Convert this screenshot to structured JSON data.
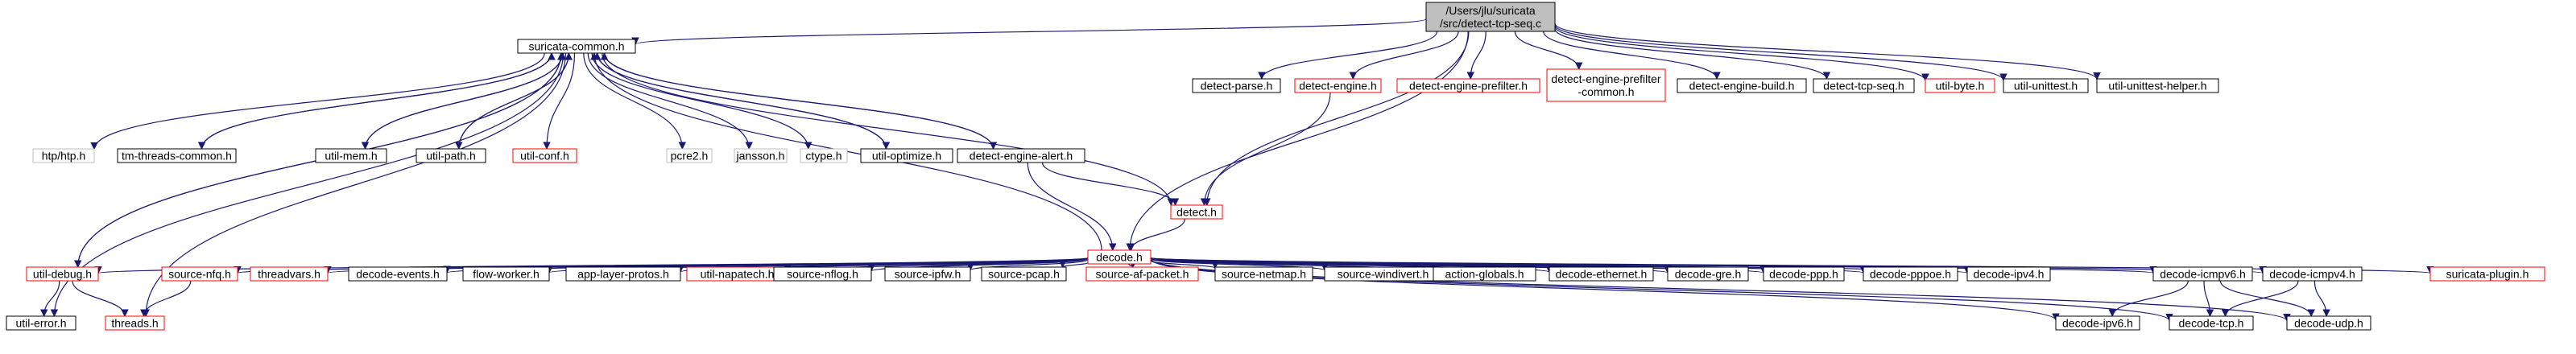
{
  "graph": {
    "colors": {
      "edge": "#191970",
      "normal_border": "#000000",
      "red_border": "#ff0000",
      "gray_border": "#bfbfbf",
      "root_fill": "#bfbfbf",
      "text": "#000000",
      "gray_text": "#999999"
    },
    "nodes": [
      {
        "id": "root",
        "lines": [
          "/Users/jlu/suricata",
          "/src/detect-tcp-seq.c"
        ],
        "style": "root"
      },
      {
        "id": "suricata_common",
        "lines": [
          "suricata-common.h"
        ],
        "style": "normal"
      },
      {
        "id": "detect_parse",
        "lines": [
          "detect-parse.h"
        ],
        "style": "normal"
      },
      {
        "id": "detect_engine",
        "lines": [
          "detect-engine.h"
        ],
        "style": "red"
      },
      {
        "id": "detect_engine_prefilter",
        "lines": [
          "detect-engine-prefilter.h"
        ],
        "style": "red"
      },
      {
        "id": "detect_engine_prefilter_common",
        "lines": [
          "detect-engine-prefilter",
          "-common.h"
        ],
        "style": "red"
      },
      {
        "id": "detect_engine_build",
        "lines": [
          "detect-engine-build.h"
        ],
        "style": "normal"
      },
      {
        "id": "detect_tcp_seq",
        "lines": [
          "detect-tcp-seq.h"
        ],
        "style": "normal"
      },
      {
        "id": "util_byte",
        "lines": [
          "util-byte.h"
        ],
        "style": "red"
      },
      {
        "id": "util_unittest",
        "lines": [
          "util-unittest.h"
        ],
        "style": "normal"
      },
      {
        "id": "util_unittest_helper",
        "lines": [
          "util-unittest-helper.h"
        ],
        "style": "normal"
      },
      {
        "id": "htp",
        "lines": [
          "htp/htp.h"
        ],
        "style": "gray"
      },
      {
        "id": "tm_threads_common",
        "lines": [
          "tm-threads-common.h"
        ],
        "style": "normal"
      },
      {
        "id": "util_mem",
        "lines": [
          "util-mem.h"
        ],
        "style": "normal"
      },
      {
        "id": "util_path",
        "lines": [
          "util-path.h"
        ],
        "style": "normal"
      },
      {
        "id": "util_conf",
        "lines": [
          "util-conf.h"
        ],
        "style": "red"
      },
      {
        "id": "pcre2",
        "lines": [
          "pcre2.h"
        ],
        "style": "gray"
      },
      {
        "id": "jansson",
        "lines": [
          "jansson.h"
        ],
        "style": "gray"
      },
      {
        "id": "ctype",
        "lines": [
          "ctype.h"
        ],
        "style": "gray"
      },
      {
        "id": "util_optimize",
        "lines": [
          "util-optimize.h"
        ],
        "style": "normal"
      },
      {
        "id": "detect_engine_alert",
        "lines": [
          "detect-engine-alert.h"
        ],
        "style": "normal"
      },
      {
        "id": "detect",
        "lines": [
          "detect.h"
        ],
        "style": "red"
      },
      {
        "id": "decode",
        "lines": [
          "decode.h"
        ],
        "style": "red"
      },
      {
        "id": "util_debug",
        "lines": [
          "util-debug.h"
        ],
        "style": "red"
      },
      {
        "id": "source_nfq",
        "lines": [
          "source-nfq.h"
        ],
        "style": "red"
      },
      {
        "id": "threadvars",
        "lines": [
          "threadvars.h"
        ],
        "style": "red"
      },
      {
        "id": "decode_events",
        "lines": [
          "decode-events.h"
        ],
        "style": "normal"
      },
      {
        "id": "flow_worker",
        "lines": [
          "flow-worker.h"
        ],
        "style": "normal"
      },
      {
        "id": "app_layer_protos",
        "lines": [
          "app-layer-protos.h"
        ],
        "style": "normal"
      },
      {
        "id": "util_napatech",
        "lines": [
          "util-napatech.h"
        ],
        "style": "red"
      },
      {
        "id": "source_nflog",
        "lines": [
          "source-nflog.h"
        ],
        "style": "normal"
      },
      {
        "id": "source_ipfw",
        "lines": [
          "source-ipfw.h"
        ],
        "style": "normal"
      },
      {
        "id": "source_pcap",
        "lines": [
          "source-pcap.h"
        ],
        "style": "normal"
      },
      {
        "id": "source_af_packet",
        "lines": [
          "source-af-packet.h"
        ],
        "style": "red"
      },
      {
        "id": "source_netmap",
        "lines": [
          "source-netmap.h"
        ],
        "style": "normal"
      },
      {
        "id": "source_windivert",
        "lines": [
          "source-windivert.h"
        ],
        "style": "normal"
      },
      {
        "id": "action_globals",
        "lines": [
          "action-globals.h"
        ],
        "style": "normal"
      },
      {
        "id": "decode_ethernet",
        "lines": [
          "decode-ethernet.h"
        ],
        "style": "normal"
      },
      {
        "id": "decode_gre",
        "lines": [
          "decode-gre.h"
        ],
        "style": "normal"
      },
      {
        "id": "decode_ppp",
        "lines": [
          "decode-ppp.h"
        ],
        "style": "normal"
      },
      {
        "id": "decode_pppoe",
        "lines": [
          "decode-pppoe.h"
        ],
        "style": "normal"
      },
      {
        "id": "decode_ipv4",
        "lines": [
          "decode-ipv4.h"
        ],
        "style": "normal"
      },
      {
        "id": "decode_icmpv6",
        "lines": [
          "decode-icmpv6.h"
        ],
        "style": "normal"
      },
      {
        "id": "decode_icmpv4",
        "lines": [
          "decode-icmpv4.h"
        ],
        "style": "normal"
      },
      {
        "id": "suricata_plugin",
        "lines": [
          "suricata-plugin.h"
        ],
        "style": "red"
      },
      {
        "id": "util_error",
        "lines": [
          "util-error.h"
        ],
        "style": "normal"
      },
      {
        "id": "threads",
        "lines": [
          "threads.h"
        ],
        "style": "red"
      },
      {
        "id": "decode_ipv6",
        "lines": [
          "decode-ipv6.h"
        ],
        "style": "normal"
      },
      {
        "id": "decode_tcp",
        "lines": [
          "decode-tcp.h"
        ],
        "style": "normal"
      },
      {
        "id": "decode_udp",
        "lines": [
          "decode-udp.h"
        ],
        "style": "normal"
      }
    ],
    "edges": [
      [
        "root",
        "suricata_common"
      ],
      [
        "root",
        "detect_parse"
      ],
      [
        "root",
        "detect_engine"
      ],
      [
        "root",
        "detect_engine_prefilter"
      ],
      [
        "root",
        "detect_engine_prefilter_common"
      ],
      [
        "root",
        "detect_engine_build"
      ],
      [
        "root",
        "detect_tcp_seq"
      ],
      [
        "root",
        "util_byte"
      ],
      [
        "root",
        "util_unittest"
      ],
      [
        "root",
        "util_unittest_helper"
      ],
      [
        "root",
        "decode"
      ],
      [
        "root",
        "detect"
      ],
      [
        "suricata_common",
        "htp"
      ],
      [
        "suricata_common",
        "tm_threads_common"
      ],
      [
        "suricata_common",
        "util_mem"
      ],
      [
        "suricata_common",
        "util_path"
      ],
      [
        "suricata_common",
        "util_conf"
      ],
      [
        "suricata_common",
        "pcre2"
      ],
      [
        "suricata_common",
        "jansson"
      ],
      [
        "suricata_common",
        "ctype"
      ],
      [
        "suricata_common",
        "util_optimize"
      ],
      [
        "suricata_common",
        "detect_engine_alert"
      ],
      [
        "suricata_common",
        "detect"
      ],
      [
        "suricata_common",
        "util_debug"
      ],
      [
        "suricata_common",
        "util_error"
      ],
      [
        "suricata_common",
        "threads"
      ],
      [
        "tm_threads_common",
        "suricata_common"
      ],
      [
        "util_mem",
        "suricata_common"
      ],
      [
        "util_path",
        "suricata_common"
      ],
      [
        "util_optimize",
        "suricata_common"
      ],
      [
        "detect_engine_alert",
        "suricata_common"
      ],
      [
        "util_debug",
        "suricata_common"
      ],
      [
        "decode",
        "suricata_common"
      ],
      [
        "detect_engine",
        "detect"
      ],
      [
        "detect_engine_alert",
        "decode"
      ],
      [
        "detect_engine_alert",
        "detect"
      ],
      [
        "detect",
        "decode"
      ],
      [
        "util_debug",
        "util_error"
      ],
      [
        "util_debug",
        "threads"
      ],
      [
        "source_nfq",
        "threads"
      ],
      [
        "decode",
        "util_debug"
      ],
      [
        "decode",
        "source_nfq"
      ],
      [
        "decode",
        "threadvars"
      ],
      [
        "decode",
        "decode_events"
      ],
      [
        "decode",
        "flow_worker"
      ],
      [
        "decode",
        "app_layer_protos"
      ],
      [
        "decode",
        "util_napatech"
      ],
      [
        "decode",
        "source_nflog"
      ],
      [
        "decode",
        "source_ipfw"
      ],
      [
        "decode",
        "source_pcap"
      ],
      [
        "decode",
        "source_af_packet"
      ],
      [
        "decode",
        "source_netmap"
      ],
      [
        "decode",
        "source_windivert"
      ],
      [
        "decode",
        "action_globals"
      ],
      [
        "decode",
        "decode_ethernet"
      ],
      [
        "decode",
        "decode_gre"
      ],
      [
        "decode",
        "decode_ppp"
      ],
      [
        "decode",
        "decode_pppoe"
      ],
      [
        "decode",
        "decode_ipv4"
      ],
      [
        "decode",
        "decode_icmpv6"
      ],
      [
        "decode",
        "decode_icmpv4"
      ],
      [
        "decode",
        "suricata_plugin"
      ],
      [
        "decode",
        "decode_ipv6"
      ],
      [
        "decode",
        "decode_tcp"
      ],
      [
        "decode",
        "decode_udp"
      ],
      [
        "decode_icmpv6",
        "decode_ipv6"
      ],
      [
        "decode_icmpv6",
        "decode_tcp"
      ],
      [
        "decode_icmpv6",
        "decode_udp"
      ],
      [
        "decode_icmpv4",
        "decode_tcp"
      ],
      [
        "decode_icmpv4",
        "decode_udp"
      ]
    ]
  }
}
